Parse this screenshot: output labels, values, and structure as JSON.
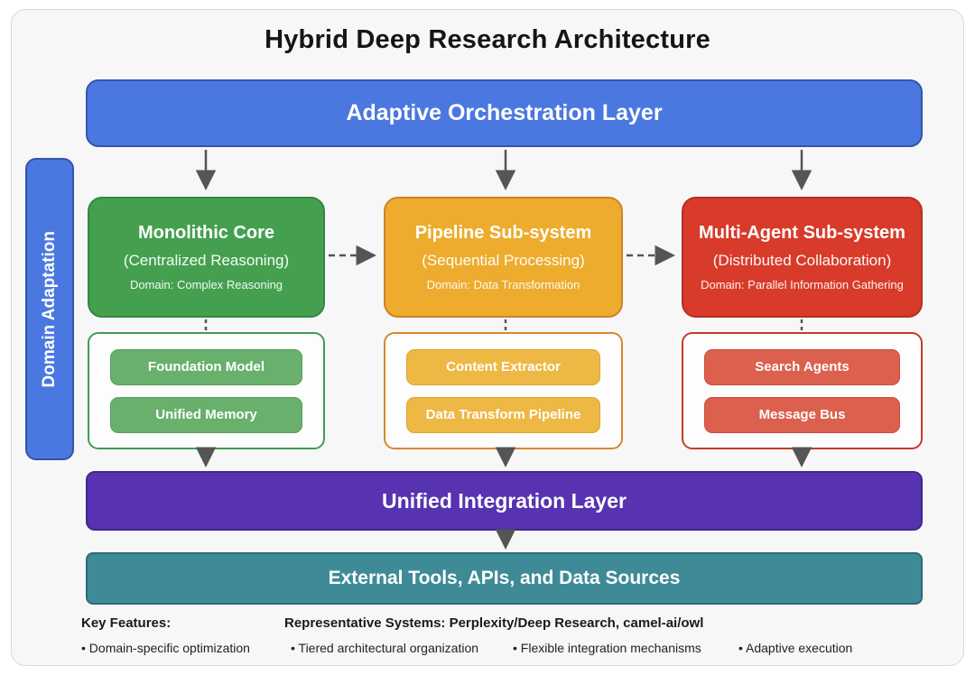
{
  "title": "Hybrid Deep Research Architecture",
  "layers": {
    "orchestration": "Adaptive Orchestration Layer",
    "integration": "Unified Integration Layer",
    "external": "External Tools, APIs, and Data Sources"
  },
  "domain_adaptation_label": "Domain Adaptation",
  "subsystems": [
    {
      "title": "Monolithic Core",
      "subtitle": "(Centralized Reasoning)",
      "domain": "Domain: Complex Reasoning",
      "components": [
        "Foundation Model",
        "Unified Memory"
      ]
    },
    {
      "title": "Pipeline Sub-system",
      "subtitle": "(Sequential Processing)",
      "domain": "Domain: Data Transformation",
      "components": [
        "Content Extractor",
        "Data Transform Pipeline"
      ]
    },
    {
      "title": "Multi-Agent Sub-system",
      "subtitle": "(Distributed Collaboration)",
      "domain": "Domain: Parallel Information Gathering",
      "components": [
        "Search Agents",
        "Message Bus"
      ]
    }
  ],
  "footer": {
    "key_features_label": "Key Features:",
    "representative_systems": "Representative Systems: Perplexity/Deep Research, camel-ai/owl",
    "bullets": [
      "• Domain-specific optimization",
      "• Tiered architectural organization",
      "• Flexible integration mechanisms",
      "• Adaptive execution"
    ]
  },
  "colors": {
    "orchestration_blue": "#4b78e0",
    "monolithic_green": "#44a04f",
    "pipeline_yellow": "#edac2d",
    "multi_agent_red": "#d83b2a",
    "integration_purple": "#5733b1",
    "external_teal": "#3e8b97",
    "arrow_gray": "#555555"
  }
}
